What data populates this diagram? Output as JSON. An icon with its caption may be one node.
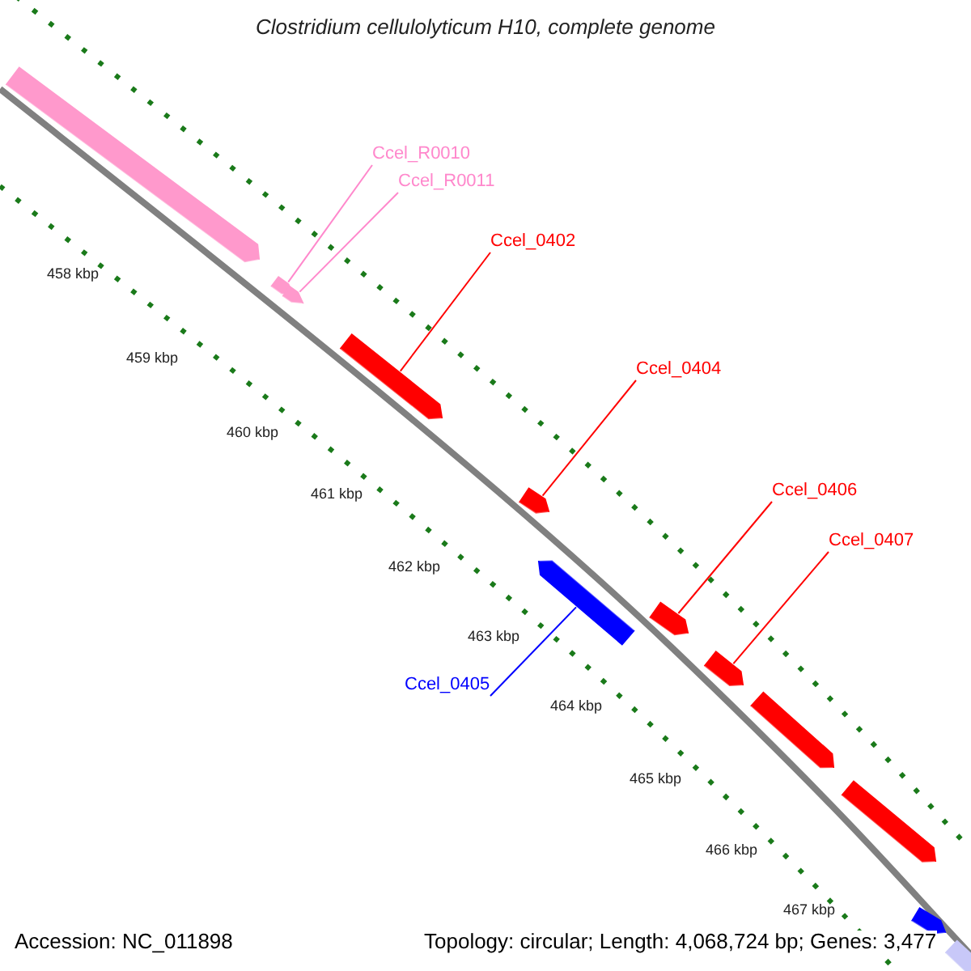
{
  "diagram": {
    "title": "Clostridium cellulolyticum H10, complete genome",
    "nodes": [
      {
        "text": [],
        "shape": "arrow"
      },
      {
        "text": [
          "Ccel_R0010"
        ]
      },
      {
        "text": [
          "Ccel_R0011"
        ]
      },
      {
        "text": [],
        "shape": "arrow"
      },
      {
        "text": [],
        "shape": "arrow"
      },
      {
        "text": [
          "Ccel_0402"
        ]
      },
      {
        "text": [],
        "shape": "arrow"
      },
      {
        "text": [
          "Ccel_0404"
        ]
      },
      {
        "text": [],
        "shape": "arrow"
      },
      {
        "text": [
          "Ccel_0406"
        ]
      },
      {
        "text": [
          "Ccel_0407"
        ]
      },
      {
        "text": [],
        "shape": "arrow"
      },
      {
        "text": [],
        "shape": "arrow"
      },
      {
        "text": [
          "Ccel_0405"
        ]
      },
      {
        "text": [],
        "shape": "arrow"
      },
      {
        "text": [],
        "shape": "arrow"
      },
      {
        "text": [],
        "shape": "arrow"
      },
      {
        "text": [],
        "shape": "arrow"
      },
      {
        "text": [],
        "shape": "arrow"
      }
    ],
    "edges": [
      {
        "from": 1,
        "to": 3,
        "arrow": "none",
        "color": "#ff88cc"
      },
      {
        "from": 2,
        "to": 4,
        "arrow": "none",
        "color": "#ff88cc"
      },
      {
        "from": 5,
        "to": 6,
        "arrow": "none"
      },
      {
        "from": 7,
        "to": 8,
        "arrow": "none"
      },
      {
        "from": 9,
        "to": 12,
        "arrow": "none"
      },
      {
        "from": 10,
        "to": 14,
        "arrow": "none"
      },
      {
        "from": 13,
        "to": 11,
        "arrow": "none",
        "color": "#0000ff"
      }
    ],
    "labels": [
      "458 kbp",
      "459 kbp",
      "460 kbp",
      "461 kbp",
      "462 kbp",
      "463 kbp",
      "464 kbp",
      "465 kbp",
      "466 kbp",
      "467 kbp",
      "Accession: NC_011898",
      "Topology: circular; Length: 4,068,724 bp; Genes: 3,477"
    ]
  }
}
